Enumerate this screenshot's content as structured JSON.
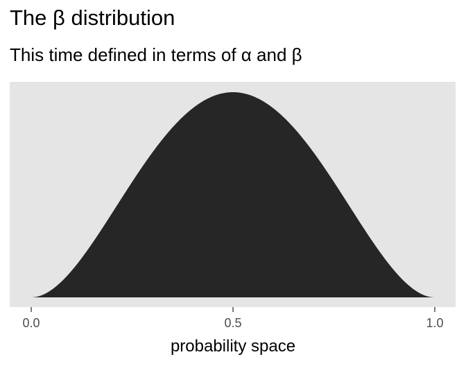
{
  "chart_data": {
    "type": "area",
    "title": "The β distribution",
    "subtitle": "This time defined in terms of α and β",
    "xlabel": "probability space",
    "ylabel": "",
    "distribution": {
      "family": "beta",
      "alpha": 3,
      "beta": 3
    },
    "x_ticks": [
      0.0,
      0.5,
      1.0
    ],
    "x_tick_labels": [
      "0.0",
      "0.5",
      "1.0"
    ],
    "xlim": [
      0,
      1
    ],
    "y_axis_shown": false,
    "grid": false,
    "panel_background": "#e5e5e5",
    "fill_color": "#262626"
  }
}
